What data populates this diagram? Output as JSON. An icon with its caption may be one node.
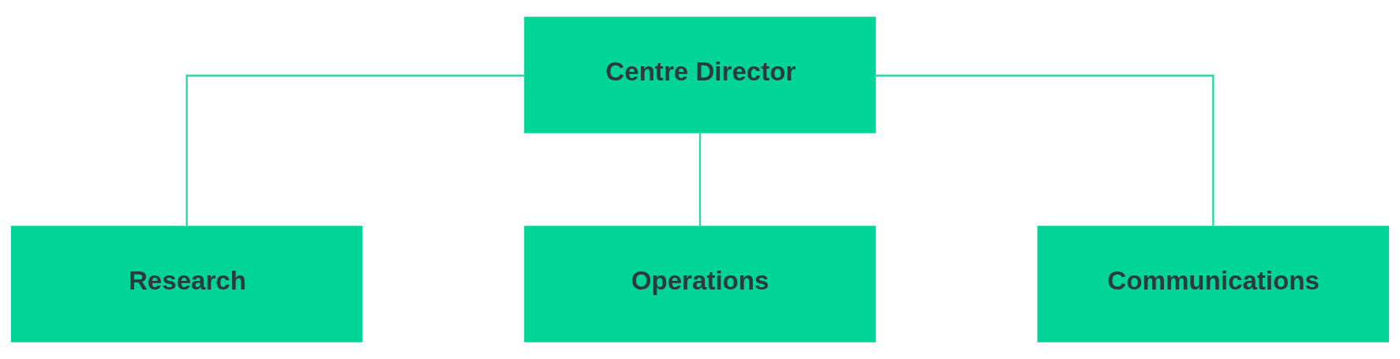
{
  "diagram": {
    "nodes": [
      {
        "text": [
          "Centre Director"
        ]
      },
      {
        "text": [
          "Research"
        ]
      },
      {
        "text": [
          "Operations"
        ]
      },
      {
        "text": [
          "Communications"
        ]
      }
    ],
    "edges": [
      {
        "from": 0,
        "to": 1,
        "arrow": "none"
      },
      {
        "from": 0,
        "to": 2,
        "arrow": "none"
      },
      {
        "from": 0,
        "to": 3,
        "arrow": "none"
      }
    ]
  }
}
